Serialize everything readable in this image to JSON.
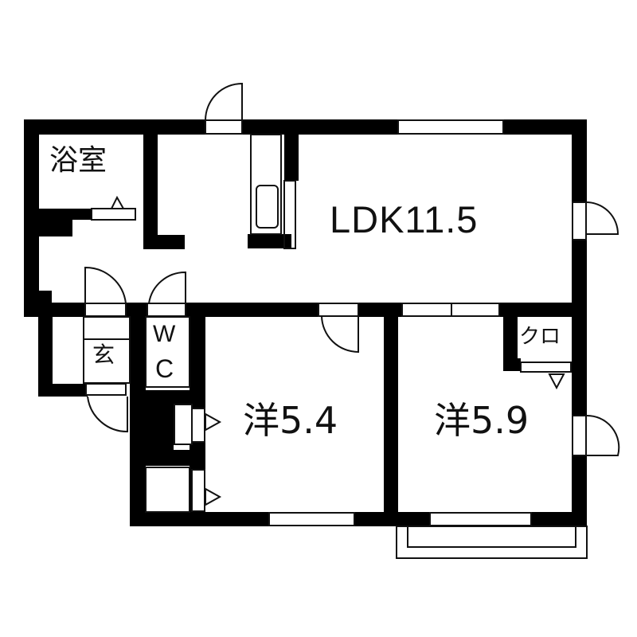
{
  "floor_plan": {
    "rooms": {
      "ldk": {
        "label": "LDK11.5",
        "type": "LDK",
        "size_jo": 11.5
      },
      "bath": {
        "label": "浴室",
        "type": "bathroom"
      },
      "genkan": {
        "label": "玄",
        "type": "entrance"
      },
      "wc_w": {
        "label": "W"
      },
      "wc_c": {
        "label": "C"
      },
      "western1": {
        "label": "洋5.4",
        "type": "western room",
        "size_jo": 5.4
      },
      "western2": {
        "label": "洋5.9",
        "type": "western room",
        "size_jo": 5.9
      },
      "closet": {
        "label": "クロ",
        "type": "closet"
      }
    },
    "colors": {
      "wall": "#000000",
      "background": "#ffffff",
      "line": "#111111"
    }
  }
}
